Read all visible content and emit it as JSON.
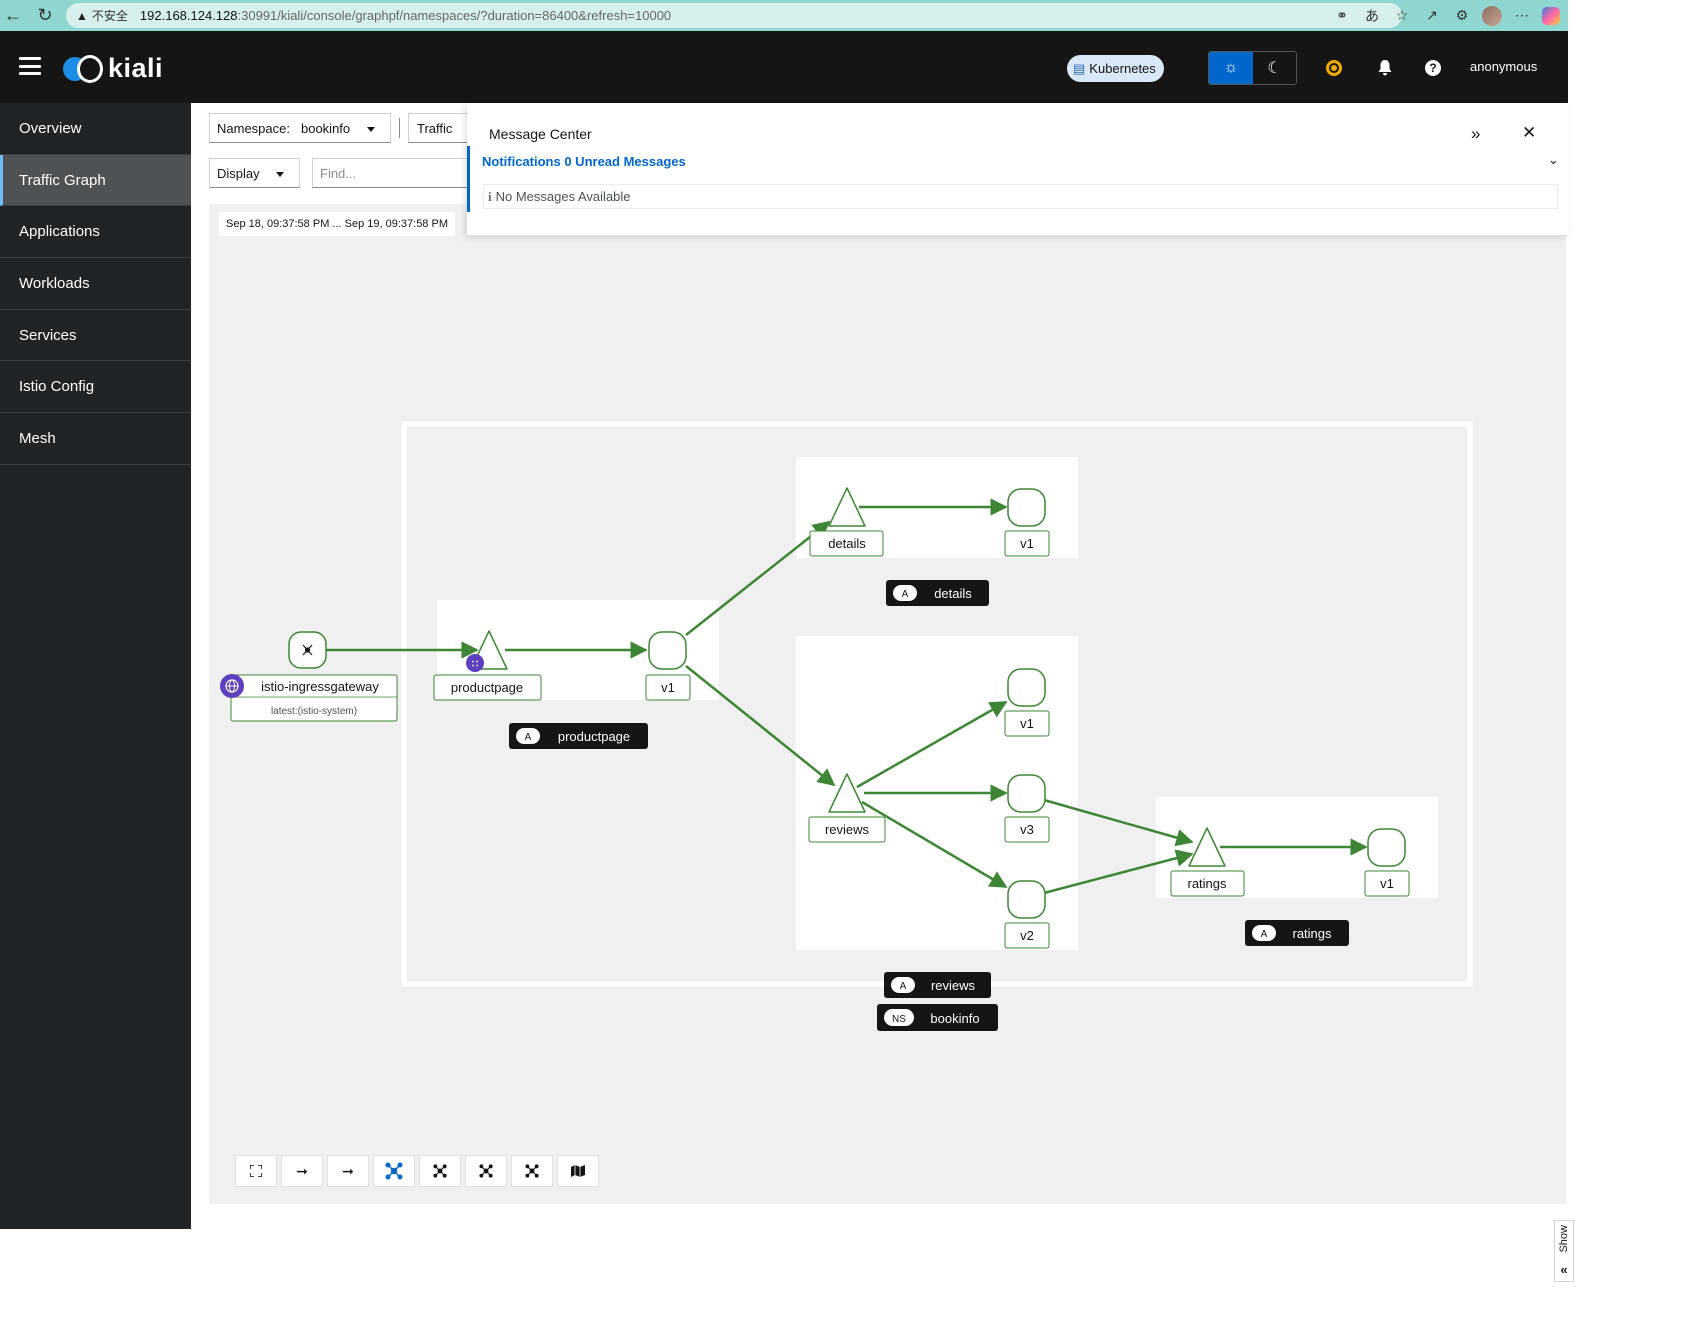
{
  "browser": {
    "insecure_label": "不安全",
    "url_host": "192.168.124.128",
    "url_path": ":30991/kiali/console/graphpf/namespaces/?duration=86400&refresh=10000"
  },
  "masthead": {
    "logo_text": "kiali",
    "cluster_badge": "Kubernetes",
    "user": "anonymous"
  },
  "sidebar": {
    "items": [
      {
        "label": "Overview",
        "active": false
      },
      {
        "label": "Traffic Graph",
        "active": true
      },
      {
        "label": "Applications",
        "active": false
      },
      {
        "label": "Workloads",
        "active": false
      },
      {
        "label": "Services",
        "active": false
      },
      {
        "label": "Istio Config",
        "active": false
      },
      {
        "label": "Mesh",
        "active": false
      }
    ]
  },
  "toolbar": {
    "namespace_label": "Namespace:",
    "namespace_value": "bookinfo",
    "traffic_label": "Traffic",
    "display_label": "Display",
    "find_placeholder": "Find..."
  },
  "graph": {
    "time_range": "Sep 18, 09:37:58 PM ... Sep 19, 09:37:58 PM",
    "nodes": {
      "gateway": {
        "label": "istio-ingressgateway",
        "sublabel": "latest:(istio-system)"
      },
      "productpage_svc": "productpage",
      "productpage_v1": "v1",
      "details_svc": "details",
      "details_v1": "v1",
      "reviews_svc": "reviews",
      "reviews_v1": "v1",
      "reviews_v3": "v3",
      "reviews_v2": "v2",
      "ratings_svc": "ratings",
      "ratings_v1": "v1"
    },
    "app_boxes": {
      "productpage": {
        "badge": "A",
        "label": "productpage"
      },
      "details": {
        "badge": "A",
        "label": "details"
      },
      "reviews": {
        "badge": "A",
        "label": "reviews"
      },
      "ratings": {
        "badge": "A",
        "label": "ratings"
      }
    },
    "namespace_box": {
      "badge": "NS",
      "label": "bookinfo"
    },
    "edge_color": "#3e8635"
  },
  "graph_toolbar": {
    "buttons": [
      "fit-to-screen",
      "layout-1",
      "layout-2",
      "layout-dagre",
      "layout-cose",
      "layout-breadthfirst",
      "layout-grid",
      "legend"
    ]
  },
  "show_tab": {
    "label": "Show"
  },
  "message_center": {
    "title": "Message Center",
    "notifications": "Notifications 0 Unread Messages",
    "empty": "No Messages Available"
  },
  "colors": {
    "masthead_bg": "#151515",
    "sidebar_bg": "#212427",
    "accent": "#0066cc",
    "edge_green": "#3e8635"
  }
}
